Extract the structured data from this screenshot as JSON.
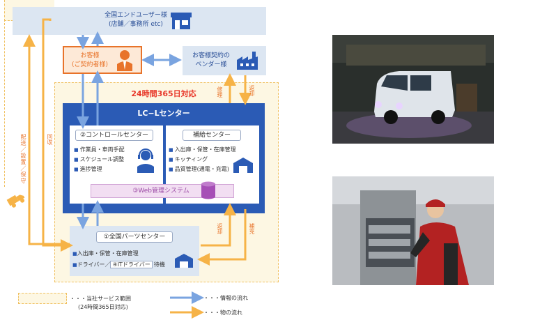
{
  "end_users": {
    "line1": "全国エンドユーザー様",
    "line2": "(店舗／事務所 etc)"
  },
  "customer": {
    "line1": "お客様",
    "line2": "(ご契約者様)"
  },
  "vendor": {
    "line1": "お客様契約の",
    "line2": "ベンダー様"
  },
  "banner_24h": "24時間365日対応",
  "lc_center": {
    "title": "LC−Lセンター"
  },
  "control_center": {
    "title": "②コントロールセンター",
    "items": [
      "作業員・車両手配",
      "スケジュール調整",
      "進捗管理"
    ]
  },
  "supply_center": {
    "title": "補給センター",
    "items": [
      "入出庫・保管・在庫管理",
      "キッティング",
      "品質管理(通電・充電)"
    ]
  },
  "web_system": "③Web管理システム",
  "parts_center": {
    "title": "①全国パーツセンター",
    "item1": "入出庫・保管・在庫管理",
    "item2_a": "ドライバー",
    "item2_sep": "／",
    "item2_b": "④ITドライバー",
    "item2_c": "待機"
  },
  "flow_labels": {
    "delivery": "配送／設置／保守",
    "collect": "回収",
    "repair": "修理",
    "return_top": "返却",
    "return_bottom": "返却",
    "replenish": "補充"
  },
  "legend": {
    "range_dots": "・・・当社サービス範囲",
    "range_sub": "(24時間365日対応)",
    "info_dots": "・・・情報の流れ",
    "goods_dots": "・・・物の流れ"
  },
  "colors": {
    "info_arrow": "#7aa4e0",
    "goods_arrow": "#f6b347",
    "orange": "#e8732a",
    "blue": "#2b5bb5"
  },
  "icons": [
    "shop-icon",
    "operator-icon",
    "factory-icon",
    "headset-operator-icon",
    "warehouse-icon",
    "database-icon",
    "truck-icon"
  ],
  "photos": [
    "delivery-van-photo",
    "technician-photo"
  ]
}
